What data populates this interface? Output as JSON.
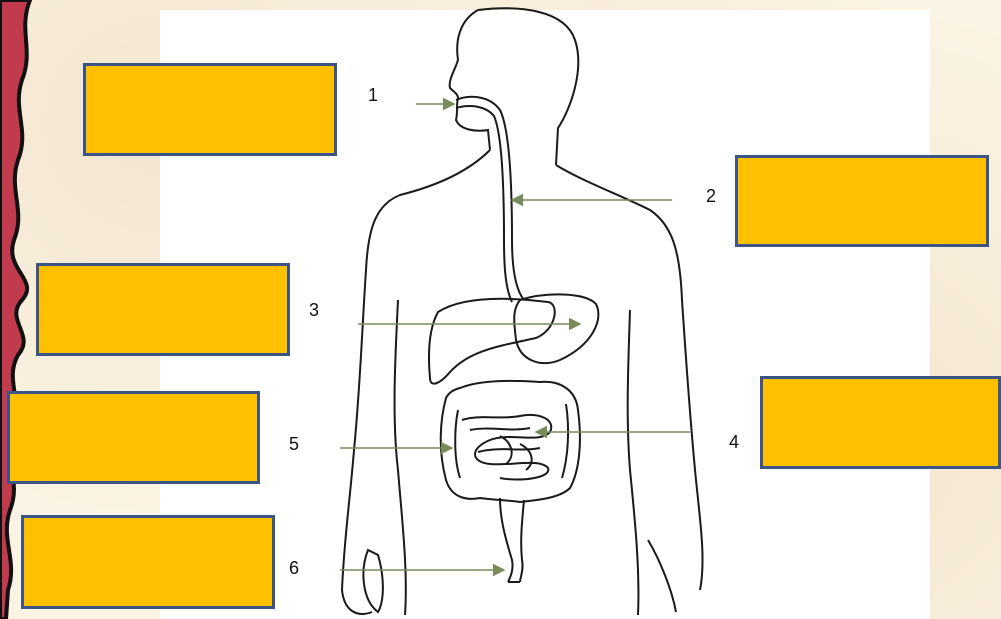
{
  "diagram": {
    "labels": [
      {
        "number": "1"
      },
      {
        "number": "2"
      },
      {
        "number": "3"
      },
      {
        "number": "4"
      },
      {
        "number": "5"
      },
      {
        "number": "6"
      }
    ],
    "colors": {
      "box_fill": "#ffc000",
      "box_border": "#3b5586",
      "arrow": "#7a8a5a",
      "outline": "#1a1a1a",
      "edge_red": "#c23a4e",
      "background": "#fbf3e3"
    }
  }
}
